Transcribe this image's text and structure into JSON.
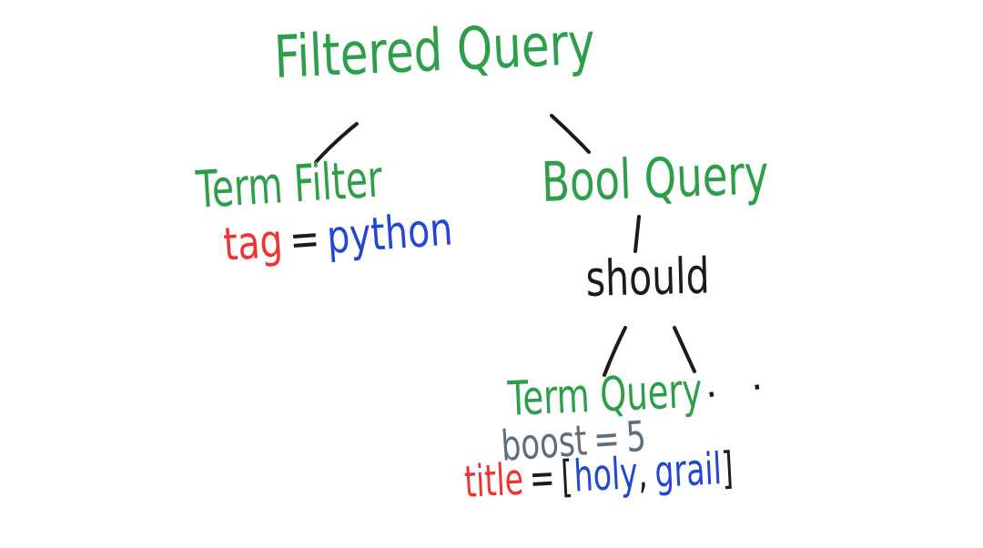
{
  "colors": {
    "node_green": "#2d9e49",
    "key_red": "#ee3431",
    "value_blue": "#2247d0",
    "ink_black": "#1b1b1b",
    "boost_gray": "#5d6f7a",
    "background": "#ffffff"
  },
  "nodes": {
    "filtered_query": {
      "label": "Filtered Query"
    },
    "term_filter": {
      "label": "Term Filter",
      "prop": {
        "key": "tag",
        "eq": "=",
        "value": "python"
      }
    },
    "bool_query": {
      "label": "Bool Query",
      "clause": "should"
    },
    "term_query": {
      "label": "Term Query",
      "more_indicator": "· ·",
      "boost": {
        "key": "boost",
        "eq": "=",
        "value": "5"
      },
      "title": {
        "key": "title",
        "eq": "=",
        "open": "[",
        "first": "holy",
        "comma": ",",
        "second": "grail",
        "close": "]"
      }
    }
  }
}
